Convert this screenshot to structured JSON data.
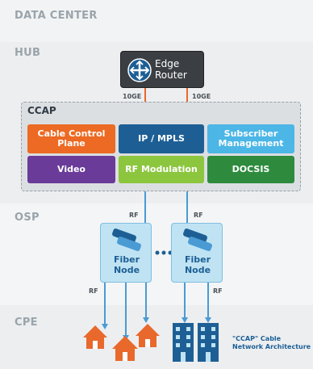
{
  "zones": {
    "data_center": "DATA CENTER",
    "hub": "HUB",
    "osp": "OSP",
    "cpe": "CPE"
  },
  "router": {
    "label_line1": "Edge",
    "label_line2": "Router",
    "link_left": "10GE",
    "link_right": "10GE"
  },
  "ccap": {
    "title": "CCAP",
    "modules": [
      {
        "label": "Cable Control Plane",
        "color": "#ec6a23"
      },
      {
        "label": "IP / MPLS",
        "color": "#1d5f95"
      },
      {
        "label": "Subscriber Management",
        "color": "#4cb6e6"
      },
      {
        "label": "Video",
        "color": "#6a3b99"
      },
      {
        "label": "RF Modulation",
        "color": "#8cc63f"
      },
      {
        "label": "DOCSIS",
        "color": "#2e8b3e"
      }
    ]
  },
  "osp": {
    "rf_left": "RF",
    "rf_right": "RF",
    "node_left_line1": "Fiber",
    "node_left_line2": "Node",
    "node_right_line1": "Fiber",
    "node_right_line2": "Node",
    "rf_drop_left": "RF",
    "rf_drop_right": "RF"
  },
  "caption": {
    "line1": "\"CCAP\" Cable",
    "line2": "Network Architecture"
  },
  "colors": {
    "connector_orange": "#e8692b",
    "connector_blue": "#4a9ad4",
    "house": "#e8692b",
    "building": "#1d5f95"
  }
}
